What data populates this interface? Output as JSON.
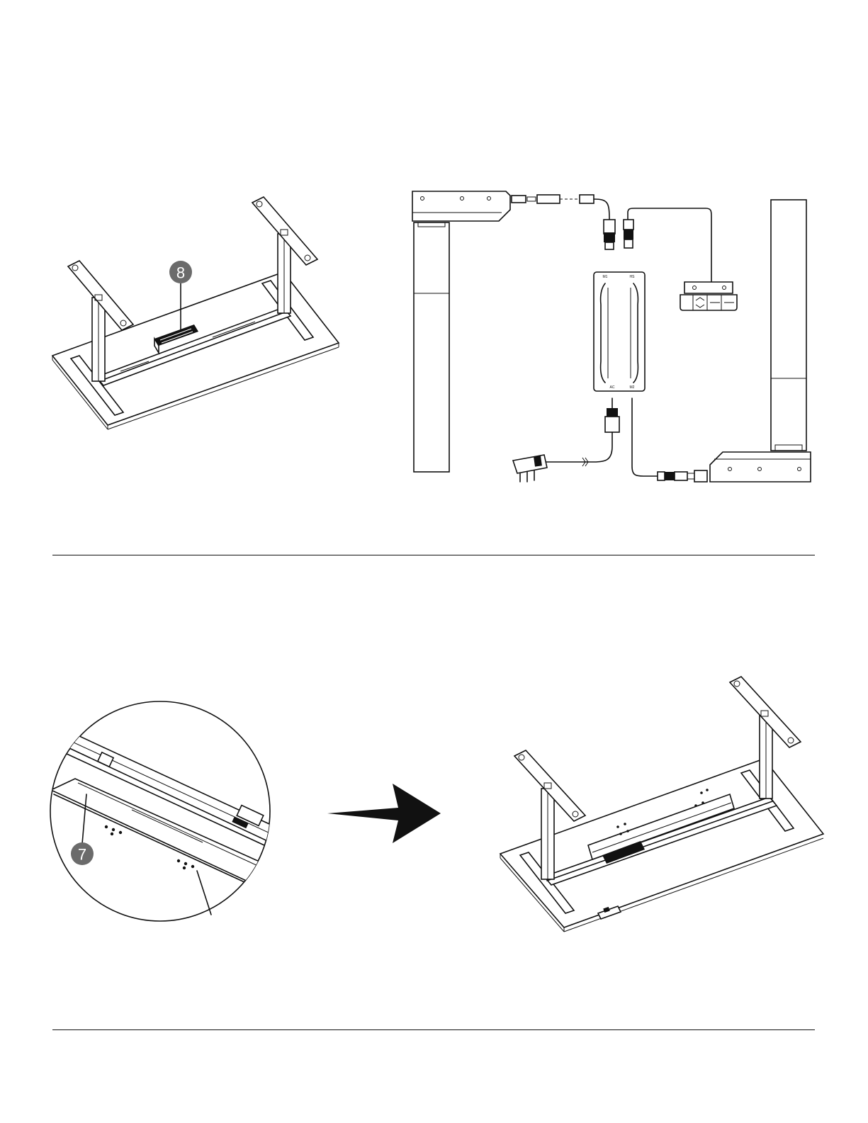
{
  "figures": {
    "step8": {
      "badge": "8"
    },
    "wiring": {
      "ports_top": [
        "M1",
        "HS"
      ],
      "ports_bottom": [
        "AC",
        "M2"
      ]
    },
    "step7": {
      "badge": "7"
    }
  },
  "colors": {
    "ink": "#111111",
    "badge": "#6b6b6b",
    "paper": "#ffffff"
  }
}
